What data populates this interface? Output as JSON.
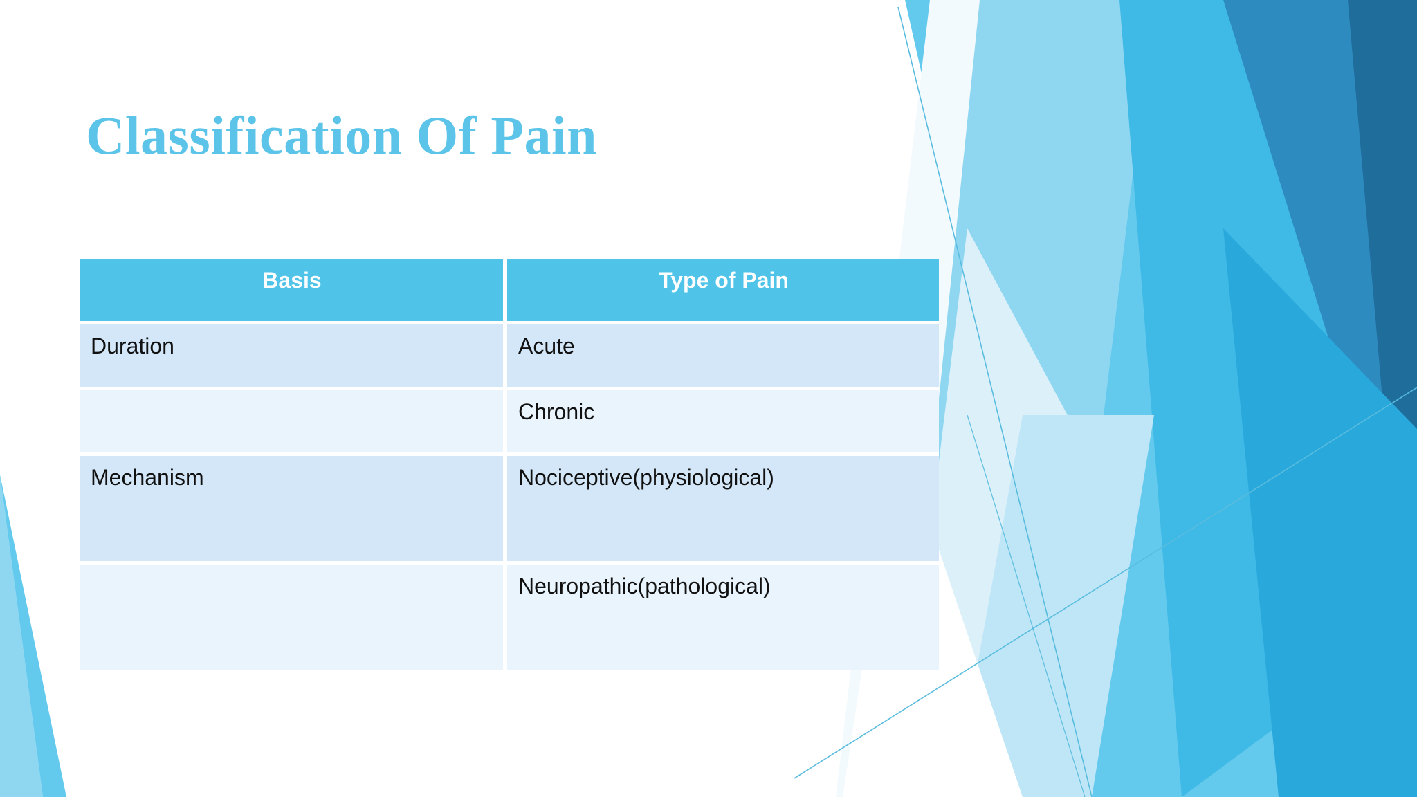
{
  "slide": {
    "title": "Classification Of Pain",
    "background_color": "#FFFFFF",
    "title_color": "#5BC4E8",
    "accent_color": "#4FC3E8"
  },
  "table": {
    "name": "classification-of-pain-table",
    "header_background": "#4FC3E8",
    "header_text_color": "#FFFFFF",
    "row_band_a": "#D3E7F8",
    "row_band_b": "#E9F4FC",
    "columns": [
      "Basis",
      "Type of Pain"
    ],
    "rows": [
      {
        "basis": "Duration",
        "type": "Acute"
      },
      {
        "basis": "",
        "type": "Chronic"
      },
      {
        "basis": "Mechanism",
        "type": "Nociceptive(physiological)"
      },
      {
        "basis": "",
        "type": "Neuropathic(pathological)"
      }
    ]
  },
  "decoration": {
    "name": "facet-theme-polygons",
    "palette": [
      "#F2FAFD",
      "#DCF0FA",
      "#BFE6F7",
      "#8FD6F1",
      "#63CAEE",
      "#3FB9E5",
      "#29A8DC",
      "#2E8BC0",
      "#2176A8",
      "#1F6D9B"
    ]
  }
}
